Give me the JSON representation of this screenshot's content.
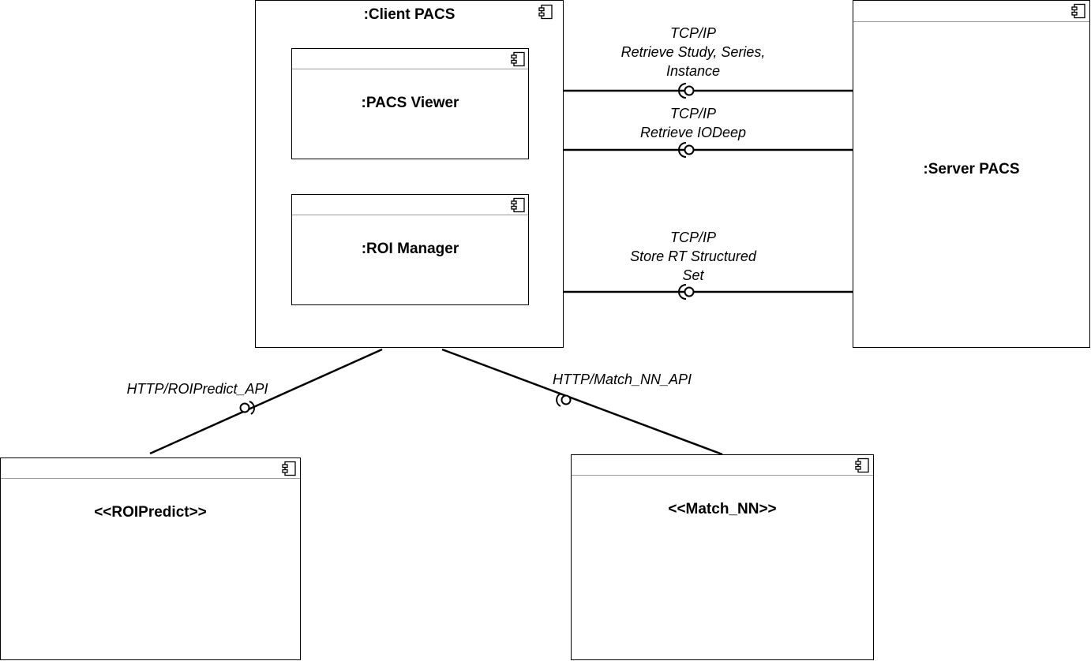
{
  "components": {
    "client_pacs": ":Client PACS",
    "pacs_viewer": ":PACS Viewer",
    "roi_manager": ":ROI Manager",
    "server_pacs": ":Server PACS",
    "roipredict": "<<ROIPredict>>",
    "match_nn": "<<Match_NN>>"
  },
  "connections": {
    "retrieve_study": [
      "TCP/IP",
      "Retrieve Study, Series,",
      "Instance"
    ],
    "retrieve_iodeep": [
      "TCP/IP",
      "Retrieve IODeep"
    ],
    "store_rt": [
      "TCP/IP",
      "Store RT Structured",
      "Set"
    ],
    "roipredict_api": "HTTP/ROIPredict_API",
    "match_nn_api": "HTTP/Match_NN_API"
  },
  "icon": "component-icon",
  "colors": {
    "line": "#000000",
    "header_divider": "#9a9a9a",
    "background": "#ffffff"
  }
}
